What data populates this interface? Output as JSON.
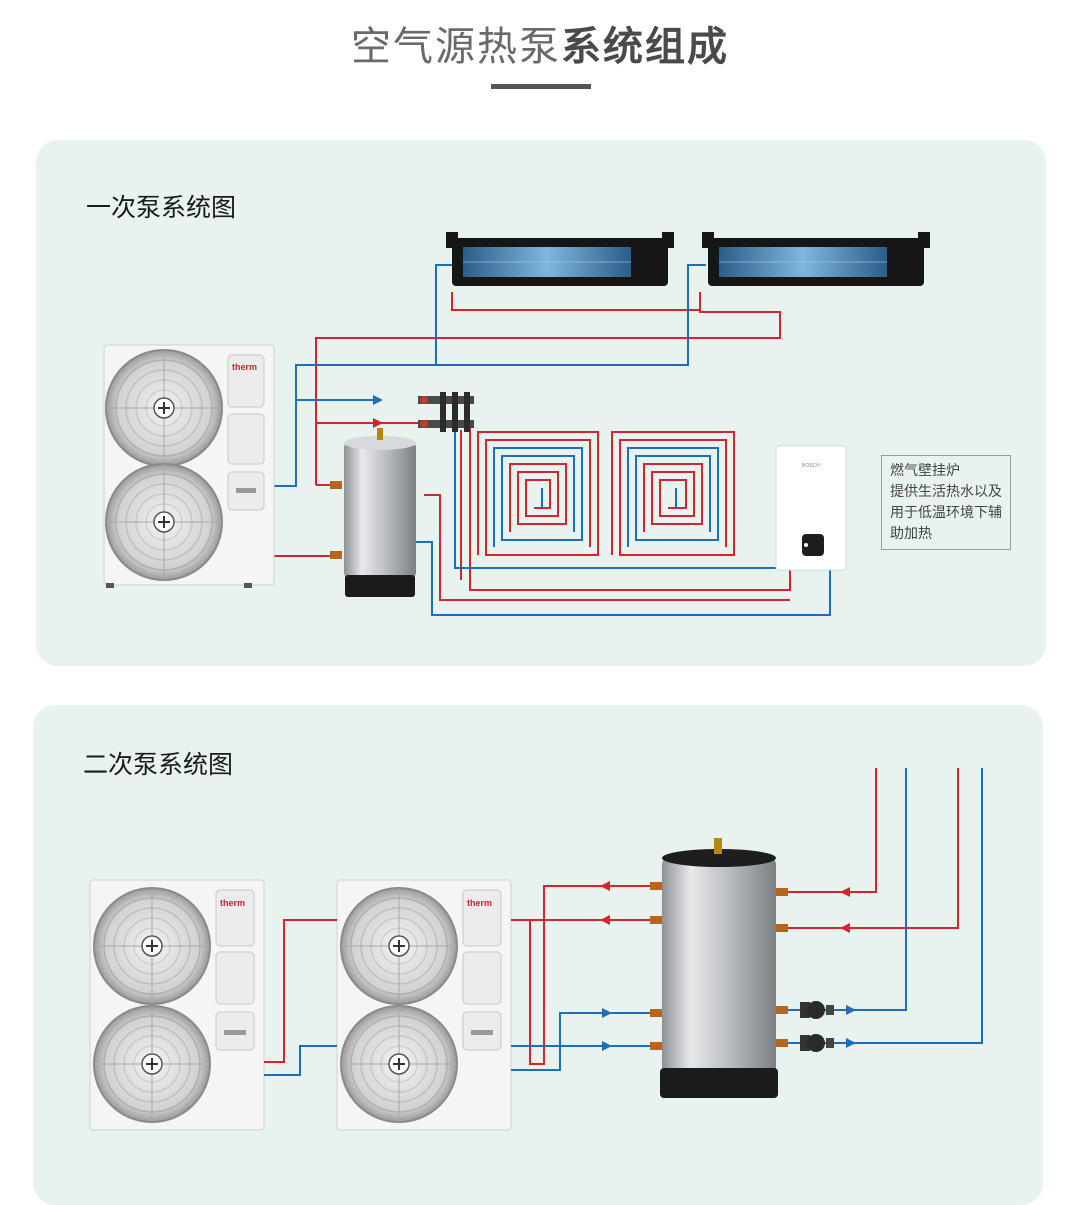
{
  "page": {
    "title_light": "空气源热泵",
    "title_bold": "系统组成"
  },
  "primary_system": {
    "title": "一次泵系统图",
    "note_line1": "燃气壁挂炉",
    "note_line2": "提供生活热水以及",
    "note_line3": "用于低温环境下辅",
    "note_line4": "助加热"
  },
  "secondary_system": {
    "title": "二次泵系统图"
  },
  "branding": {
    "unit_logo": "therm"
  },
  "colors": {
    "panel_bg": "#e8f3ef",
    "supply_pipe": "#d3242f",
    "return_pipe": "#1f6fb8",
    "tank_body": "#c9ccd0",
    "unit_body": "#f4f4f4"
  }
}
